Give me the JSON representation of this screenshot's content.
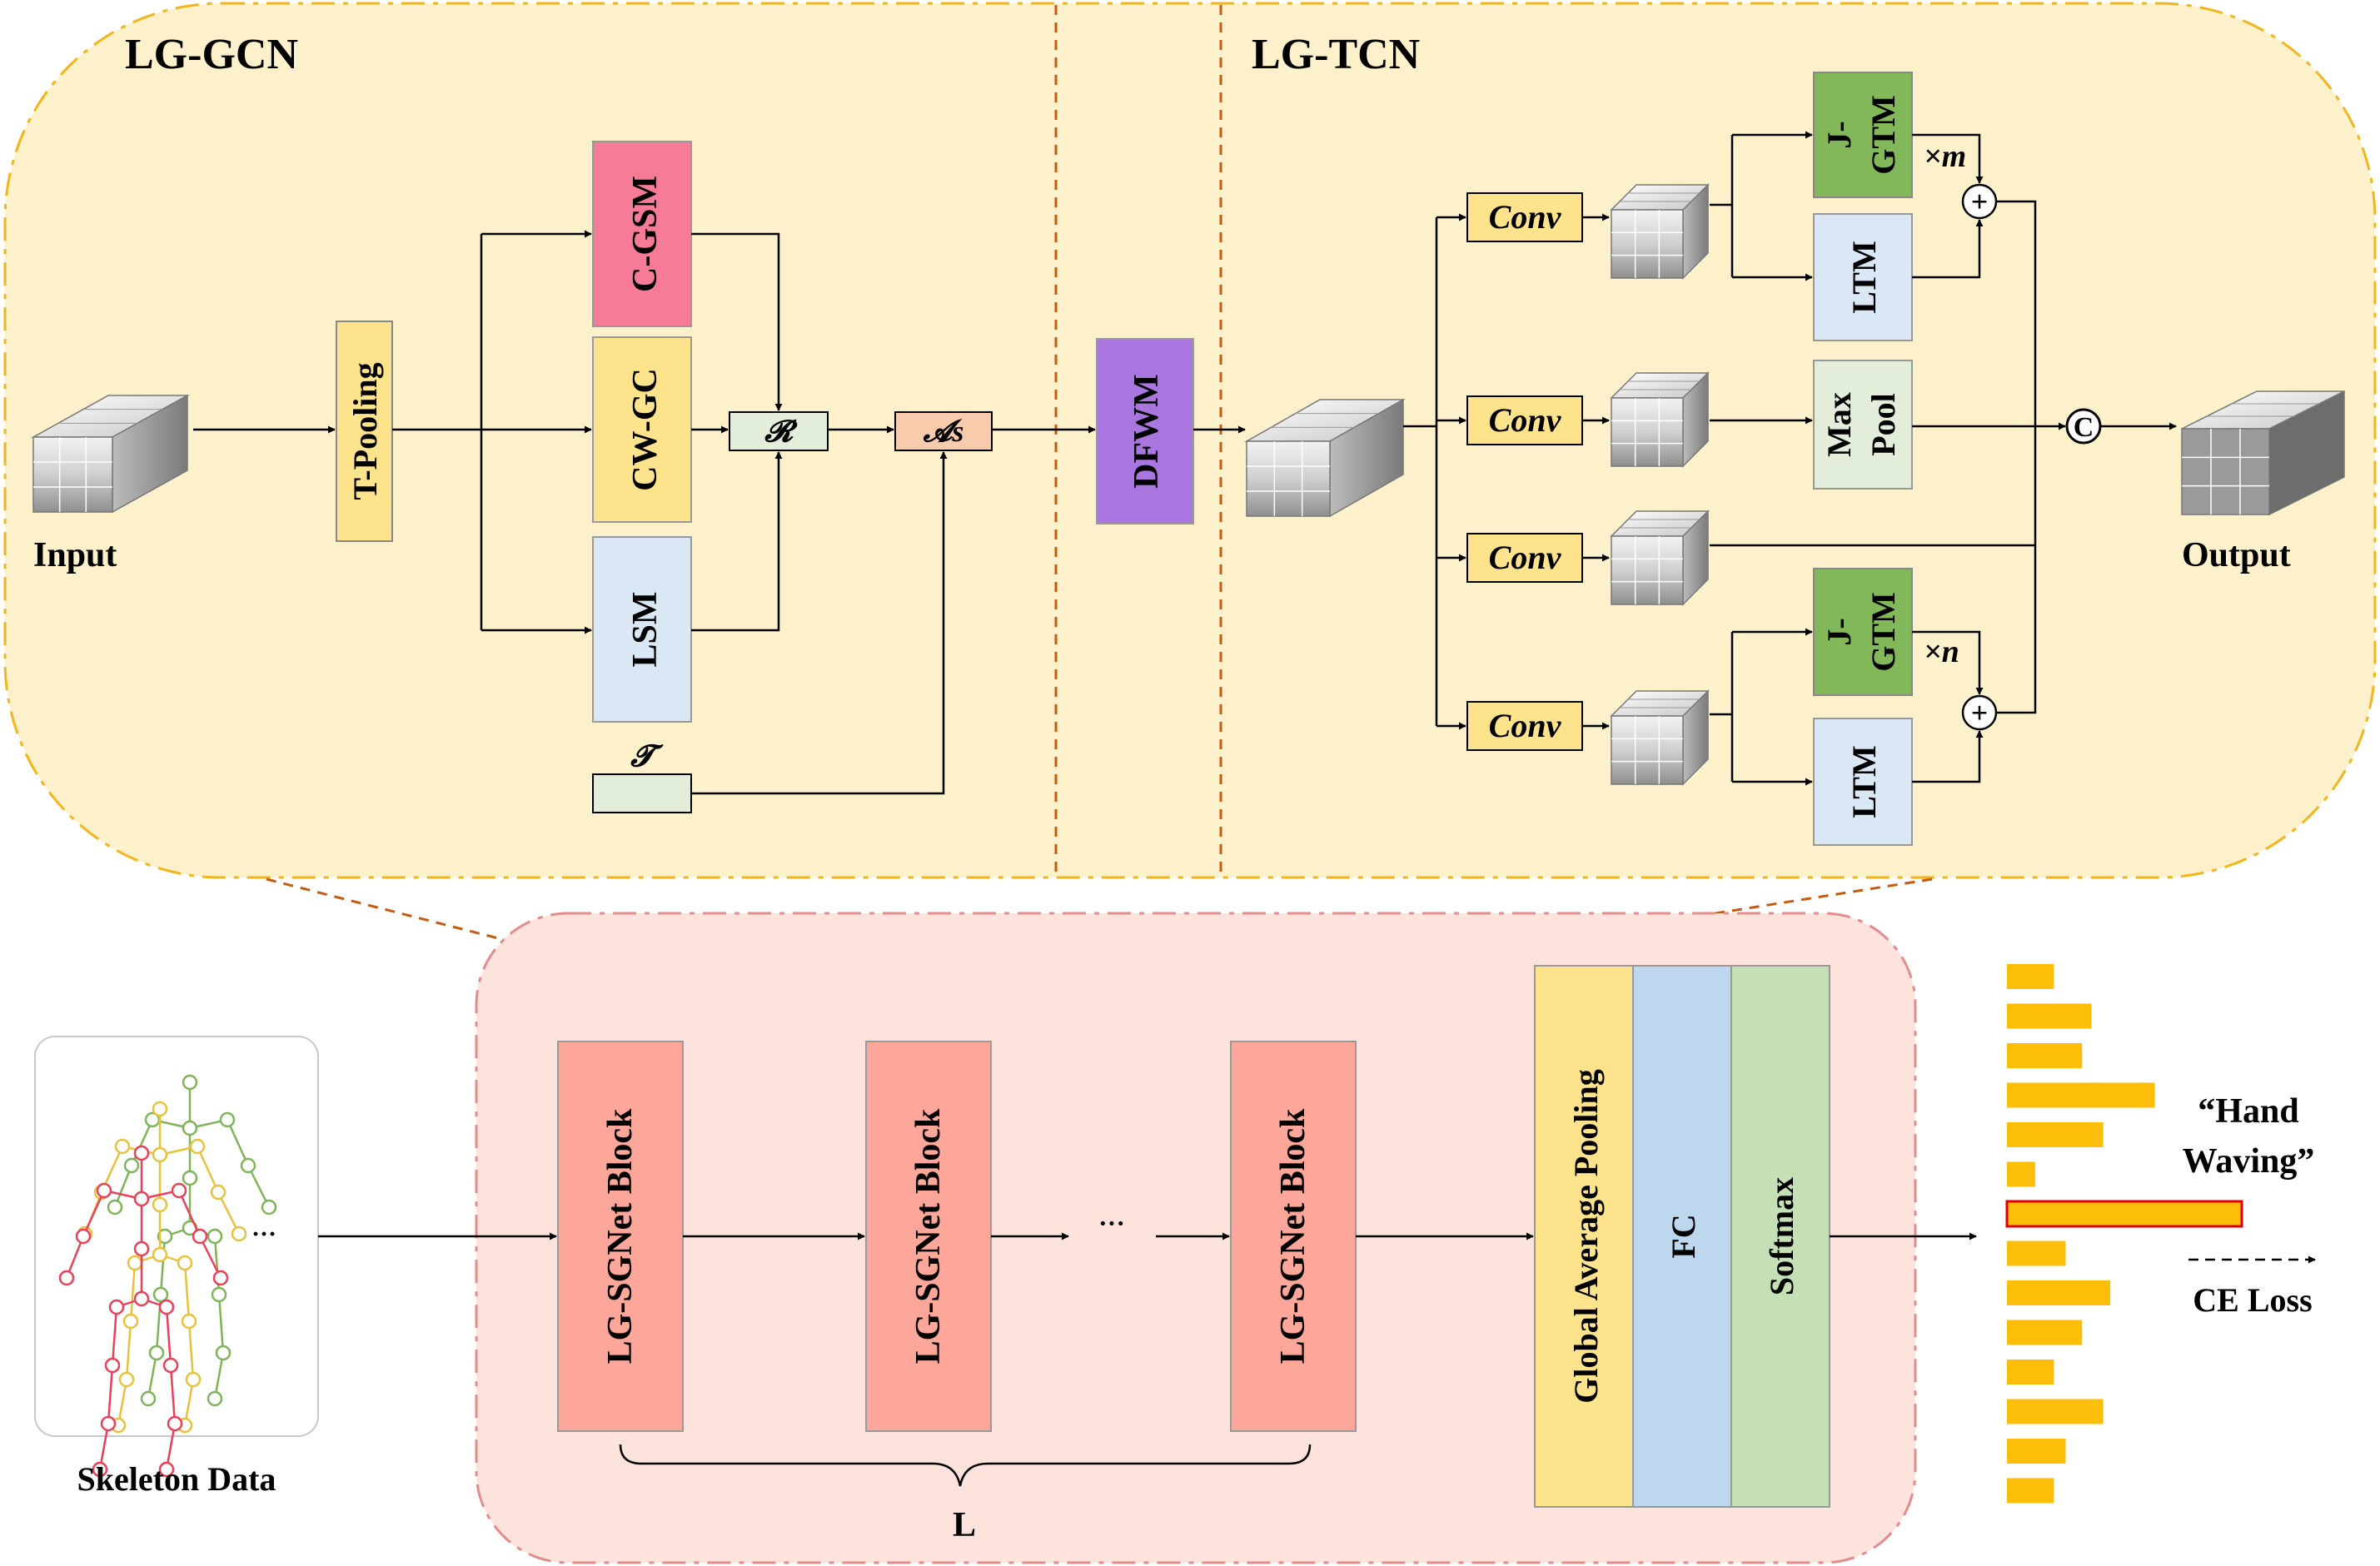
{
  "colors": {
    "top_panel_fill": "#fdf1cc",
    "top_panel_border": "#f2b51c",
    "bottom_panel_fill": "#fde3dc",
    "bottom_panel_border": "#e48b8b",
    "dashed_divider": "#c55a11",
    "block_red": "#fda79b",
    "cgsm_pink": "#f67b97",
    "yellow_box": "#fde38c",
    "light_blue": "#dae8f5",
    "green_box": "#83b85a",
    "light_green": "#e2eed9",
    "purple": "#a976e0",
    "orange_box": "#f8cbad",
    "gap_yellow": "#fde38c",
    "fc_blue": "#bdd7ee",
    "softmax_green": "#c5e0b4",
    "bar_gold": "#fdbe0a",
    "highlight_border": "#e00000",
    "hand_waving_pink": "#f06890"
  },
  "gcn": {
    "title": "LG-GCN",
    "input_label": "Input",
    "tpooling": "T-Pooling",
    "cgsm": "C-GSM",
    "cwgc": "CW-GC",
    "lsm": "LSM",
    "r_symbol": "𝓡",
    "as_symbol": "𝓐s",
    "t_symbol": "𝓣"
  },
  "dfwm": "DFWM",
  "tcn": {
    "title": "LG-TCN",
    "conv": "Conv",
    "jgtm_line1": "J-",
    "jgtm_line2": "GTM",
    "ltm": "LTM",
    "maxpool_line1": "Max",
    "maxpool_line2": "Pool",
    "times_m": "×m",
    "times_n": "×n",
    "plus": "+",
    "concat": "C",
    "output_label": "Output"
  },
  "pipeline": {
    "skeleton_label": "Skeleton Data",
    "ellipsis": "···",
    "block_label": "LG-SGNet Block",
    "blocks_ellipsis": "···",
    "repeat_label": "L",
    "gap": "Global Average Pooling",
    "fc": "FC",
    "softmax": "Softmax"
  },
  "output": {
    "prediction_line1": "“Hand",
    "prediction_line2": "Waving”",
    "loss_label": "CE Loss"
  },
  "chart_data": {
    "type": "bar",
    "orientation": "horizontal",
    "values": [
      0.2,
      0.36,
      0.32,
      0.63,
      0.41,
      0.12,
      1.0,
      0.25,
      0.44,
      0.32,
      0.2,
      0.41,
      0.25,
      0.2
    ],
    "highlight_index": 6
  }
}
